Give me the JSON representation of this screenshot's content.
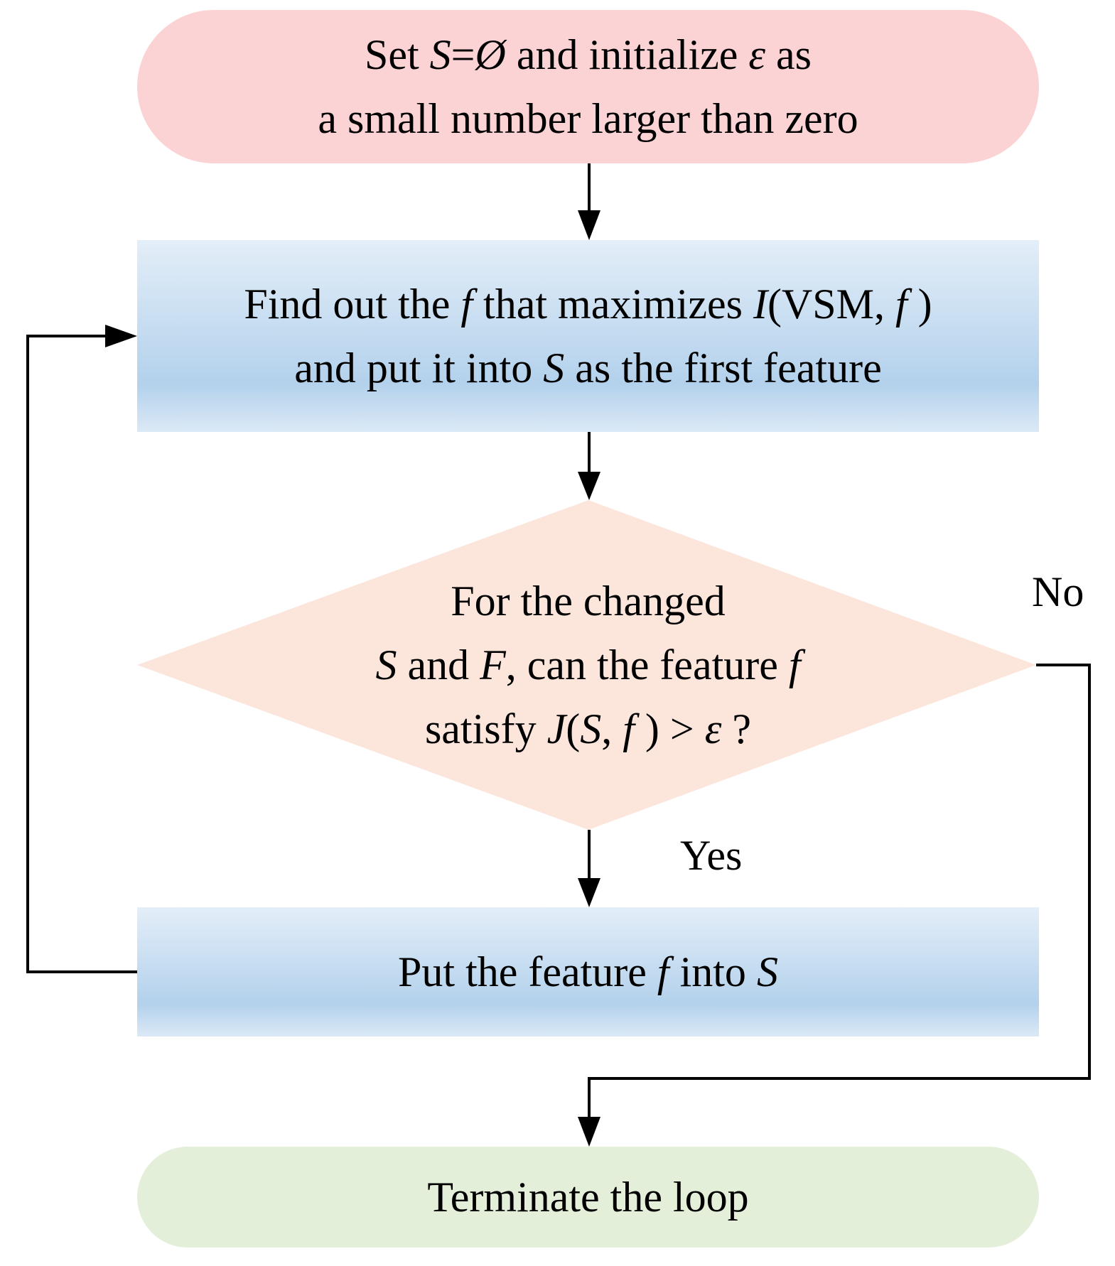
{
  "start": {
    "line1": {
      "a": "Set ",
      "b": "S",
      "c": "=",
      "d": "Ø",
      "e": "  and initialize ",
      "f": "ε",
      "g": " as"
    },
    "line2": "a small number larger than zero"
  },
  "find": {
    "line1": {
      "a": "Find out the ",
      "b": "f",
      "c": " that maximizes ",
      "d": "I",
      "e": "(VSM, ",
      "f": "f",
      "g": " )"
    },
    "line2": {
      "a": "and put it into ",
      "b": "S",
      "c": " as the first feature"
    }
  },
  "decision": {
    "line1": "For the changed",
    "line2": {
      "a": "S",
      "b": " and ",
      "c": "F",
      "d": ", can the feature ",
      "e": "f"
    },
    "line3": {
      "a": "satisfy ",
      "b": "J",
      "c": "(",
      "d": "S",
      "e": ", ",
      "f": "f",
      "g": " ) > ",
      "h": "ε",
      "i": " ?"
    }
  },
  "put": {
    "a": "Put the feature ",
    "b": "f",
    "c": " into ",
    "d": "S"
  },
  "end": {
    "text": "Terminate the loop"
  },
  "edges": {
    "no": "No",
    "yes": "Yes"
  },
  "colors": {
    "start_fill": "#fcd3d4",
    "process_top": "#e3eef8",
    "process_mid": "#b3d1ec",
    "decision_fill": "#fce6dc",
    "end_fill": "#e3efd9",
    "line": "#000000"
  }
}
